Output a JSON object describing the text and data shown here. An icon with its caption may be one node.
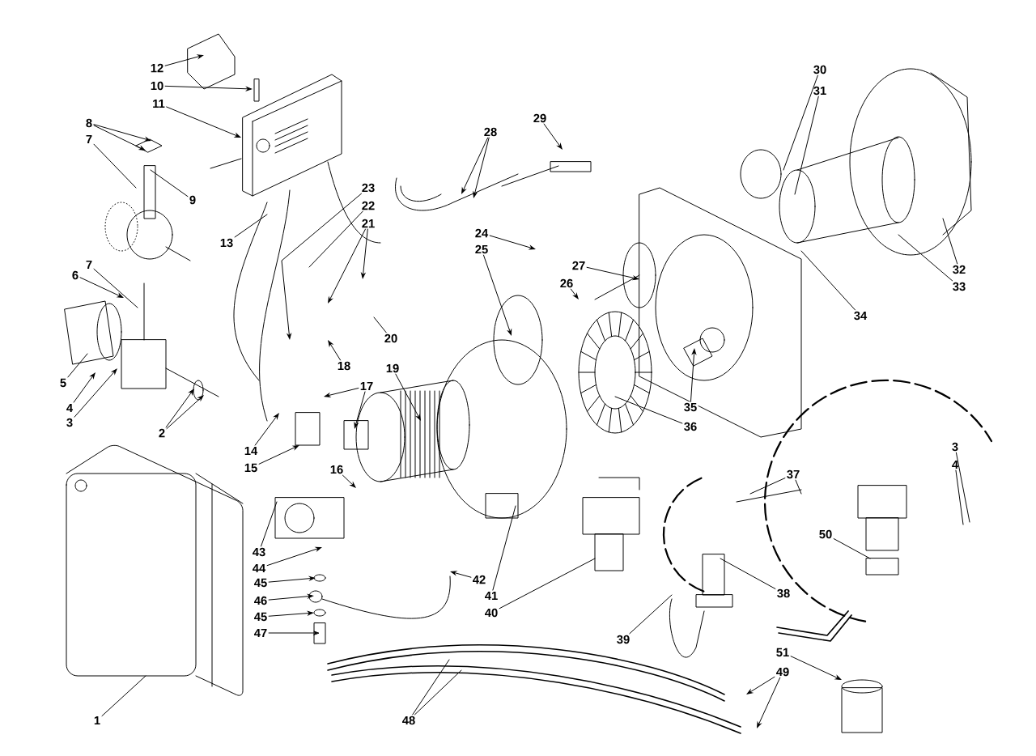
{
  "diagram": {
    "nodes": [
      {
        "text": [
          "12"
        ]
      },
      {
        "text": [
          "10"
        ]
      },
      {
        "text": [
          "11"
        ]
      },
      {
        "text": [
          "30"
        ]
      },
      {
        "text": [
          "31"
        ]
      },
      {
        "text": [
          "8"
        ]
      },
      {
        "text": [
          "29"
        ]
      },
      {
        "text": [
          "28"
        ]
      },
      {
        "text": [
          "7"
        ]
      },
      {
        "text": [
          "23"
        ]
      },
      {
        "text": [
          "9"
        ]
      },
      {
        "text": [
          "22"
        ]
      },
      {
        "text": [
          "21"
        ]
      },
      {
        "text": [
          "24"
        ]
      },
      {
        "text": [
          "13"
        ]
      },
      {
        "text": [
          "25"
        ]
      },
      {
        "text": [
          "27"
        ]
      },
      {
        "text": [
          "7"
        ]
      },
      {
        "text": [
          "32"
        ]
      },
      {
        "text": [
          "6"
        ]
      },
      {
        "text": [
          "26"
        ]
      },
      {
        "text": [
          "33"
        ]
      },
      {
        "text": [
          "34"
        ]
      },
      {
        "text": [
          "20"
        ]
      },
      {
        "text": [
          "18"
        ]
      },
      {
        "text": [
          "19"
        ]
      },
      {
        "text": [
          "5"
        ]
      },
      {
        "text": [
          "17"
        ]
      },
      {
        "text": [
          "35"
        ]
      },
      {
        "text": [
          "4"
        ]
      },
      {
        "text": [
          "3"
        ]
      },
      {
        "text": [
          "36"
        ]
      },
      {
        "text": [
          "2"
        ]
      },
      {
        "text": [
          "3"
        ]
      },
      {
        "text": [
          "14"
        ]
      },
      {
        "text": [
          "4"
        ]
      },
      {
        "text": [
          "15"
        ]
      },
      {
        "text": [
          "16"
        ]
      },
      {
        "text": [
          "37"
        ]
      },
      {
        "text": [
          "50"
        ]
      },
      {
        "text": [
          "43"
        ]
      },
      {
        "text": [
          "44"
        ]
      },
      {
        "text": [
          "42"
        ]
      },
      {
        "text": [
          "45"
        ]
      },
      {
        "text": [
          "38"
        ]
      },
      {
        "text": [
          "41"
        ]
      },
      {
        "text": [
          "46"
        ]
      },
      {
        "text": [
          "40"
        ]
      },
      {
        "text": [
          "45"
        ]
      },
      {
        "text": [
          "47"
        ]
      },
      {
        "text": [
          "39"
        ]
      },
      {
        "text": [
          "51"
        ]
      },
      {
        "text": [
          "49"
        ]
      },
      {
        "text": [
          "1"
        ]
      },
      {
        "text": [
          "48"
        ]
      }
    ],
    "edges": [
      {
        "from": 0,
        "to": null,
        "arrow": "to"
      },
      {
        "from": 1,
        "to": null,
        "arrow": "to"
      },
      {
        "from": 2,
        "to": null,
        "arrow": "to"
      },
      {
        "from": 3,
        "to": null,
        "arrow": "none"
      },
      {
        "from": 4,
        "to": null,
        "arrow": "none"
      },
      {
        "from": 5,
        "to": null,
        "arrow": "to"
      },
      {
        "from": 5,
        "to": null,
        "arrow": "to"
      },
      {
        "from": 6,
        "to": null,
        "arrow": "to"
      },
      {
        "from": 7,
        "to": null,
        "arrow": "to"
      },
      {
        "from": 7,
        "to": null,
        "arrow": "to"
      },
      {
        "from": 8,
        "to": null,
        "arrow": "none"
      },
      {
        "from": 9,
        "to": null,
        "arrow": "to"
      },
      {
        "from": 10,
        "to": null,
        "arrow": "none"
      },
      {
        "from": 11,
        "to": null,
        "arrow": "none"
      },
      {
        "from": 12,
        "to": null,
        "arrow": "to"
      },
      {
        "from": 12,
        "to": null,
        "arrow": "to"
      },
      {
        "from": 13,
        "to": null,
        "arrow": "to"
      },
      {
        "from": 14,
        "to": null,
        "arrow": "none"
      },
      {
        "from": 15,
        "to": null,
        "arrow": "to"
      },
      {
        "from": 16,
        "to": null,
        "arrow": "to"
      },
      {
        "from": 17,
        "to": null,
        "arrow": "none"
      },
      {
        "from": 18,
        "to": null,
        "arrow": "none"
      },
      {
        "from": 19,
        "to": null,
        "arrow": "to"
      },
      {
        "from": 20,
        "to": null,
        "arrow": "to"
      },
      {
        "from": 21,
        "to": null,
        "arrow": "none"
      },
      {
        "from": 22,
        "to": null,
        "arrow": "none"
      },
      {
        "from": 23,
        "to": null,
        "arrow": "none"
      },
      {
        "from": 24,
        "to": null,
        "arrow": "to"
      },
      {
        "from": 25,
        "to": null,
        "arrow": "to"
      },
      {
        "from": 26,
        "to": null,
        "arrow": "none"
      },
      {
        "from": 27,
        "to": null,
        "arrow": "to"
      },
      {
        "from": 27,
        "to": null,
        "arrow": "to"
      },
      {
        "from": 28,
        "to": null,
        "arrow": "to"
      },
      {
        "from": 29,
        "to": null,
        "arrow": "to"
      },
      {
        "from": 30,
        "to": null,
        "arrow": "to"
      },
      {
        "from": 31,
        "to": null,
        "arrow": "none"
      },
      {
        "from": 32,
        "to": null,
        "arrow": "to"
      },
      {
        "from": 32,
        "to": null,
        "arrow": "to"
      },
      {
        "from": 33,
        "to": null,
        "arrow": "none"
      },
      {
        "from": 34,
        "to": null,
        "arrow": "to"
      },
      {
        "from": 35,
        "to": null,
        "arrow": "none"
      },
      {
        "from": 36,
        "to": null,
        "arrow": "to"
      },
      {
        "from": 37,
        "to": null,
        "arrow": "to"
      },
      {
        "from": 38,
        "to": null,
        "arrow": "none"
      },
      {
        "from": 38,
        "to": null,
        "arrow": "none"
      },
      {
        "from": 39,
        "to": null,
        "arrow": "none"
      },
      {
        "from": 40,
        "to": null,
        "arrow": "none"
      },
      {
        "from": 41,
        "to": null,
        "arrow": "to"
      },
      {
        "from": 42,
        "to": null,
        "arrow": "to"
      },
      {
        "from": 43,
        "to": null,
        "arrow": "to"
      },
      {
        "from": 44,
        "to": null,
        "arrow": "none"
      },
      {
        "from": 45,
        "to": null,
        "arrow": "none"
      },
      {
        "from": 46,
        "to": null,
        "arrow": "to"
      },
      {
        "from": 47,
        "to": null,
        "arrow": "none"
      },
      {
        "from": 48,
        "to": null,
        "arrow": "to"
      },
      {
        "from": 49,
        "to": null,
        "arrow": "to"
      },
      {
        "from": 50,
        "to": null,
        "arrow": "none"
      },
      {
        "from": 51,
        "to": null,
        "arrow": "to"
      },
      {
        "from": 52,
        "to": null,
        "arrow": "to"
      },
      {
        "from": 52,
        "to": null,
        "arrow": "to"
      },
      {
        "from": 53,
        "to": null,
        "arrow": "none"
      },
      {
        "from": 54,
        "to": null,
        "arrow": "none"
      },
      {
        "from": 54,
        "to": null,
        "arrow": "none"
      }
    ]
  }
}
